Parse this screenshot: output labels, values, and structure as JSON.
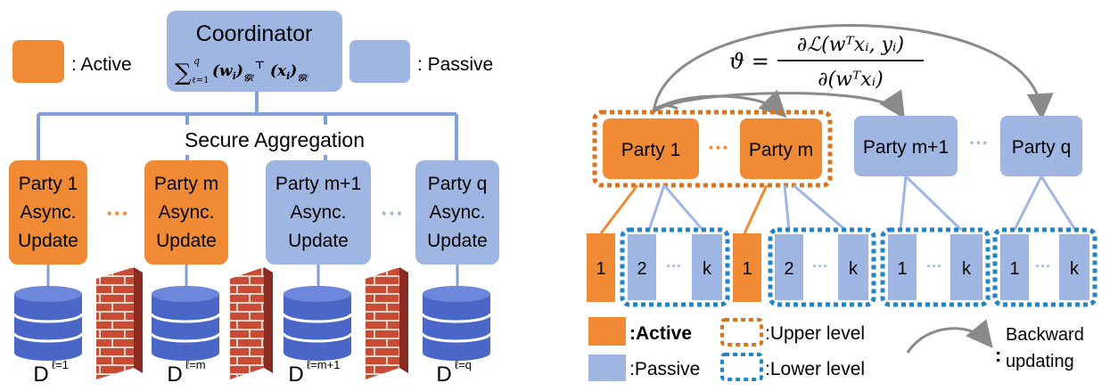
{
  "colors": {
    "active": "#f08a35",
    "passive": "#9fb6e3",
    "line": "#7f9fd6",
    "arrow": "#8a8a8a",
    "upper_dash": "#d9731f",
    "lower_dash": "#2185c5",
    "dot": "#9fb6e3",
    "brick": "#b23a2a"
  },
  "left": {
    "legend_active": ": Active",
    "legend_passive": ": Passive",
    "coordinator_title": "Coordinator",
    "coordinator_formula": "∑ (wᵢ)ᵀ (xᵢ)",
    "formula_sum_top": "q",
    "formula_sum_bottom": "ℓ=1",
    "formula_sub": "𝒢ℓ",
    "secure_aggregation": "Secure Aggregation",
    "parties": [
      {
        "l1": "Party 1",
        "l2": "Async.",
        "l3": "Update",
        "type": "active",
        "db": "D",
        "db_sup": "ℓ=1"
      },
      {
        "l1": "Party m",
        "l2": "Async.",
        "l3": "Update",
        "type": "active",
        "db": "D",
        "db_sup": "ℓ=m"
      },
      {
        "l1": "Party m+1",
        "l2": "Async.",
        "l3": "Update",
        "type": "passive",
        "db": "D",
        "db_sup": "ℓ=m+1"
      },
      {
        "l1": "Party q",
        "l2": "Async.",
        "l3": "Update",
        "type": "passive",
        "db": "D",
        "db_sup": "ℓ=q"
      }
    ],
    "ellipsis": "···"
  },
  "right": {
    "formula_lhs": "ϑ =",
    "formula_num": "∂ℒ(wᵀxᵢ, yᵢ)",
    "formula_den": "∂(wᵀxᵢ)",
    "parties": [
      "Party 1",
      "Party m",
      "Party m+1",
      "Party q"
    ],
    "ellipsis": "···",
    "leaves": [
      {
        "first": "1",
        "second": "2",
        "last": "k"
      },
      {
        "first": "1",
        "second": "2",
        "last": "k"
      },
      {
        "first": "1",
        "last": "k"
      },
      {
        "first": "1",
        "last": "k"
      }
    ],
    "legend": {
      "active": ":Active",
      "passive": ":Passive",
      "upper": ":Upper level",
      "lower": ":Lower level",
      "backward_1": "Backward",
      "backward_2": "updating"
    }
  }
}
